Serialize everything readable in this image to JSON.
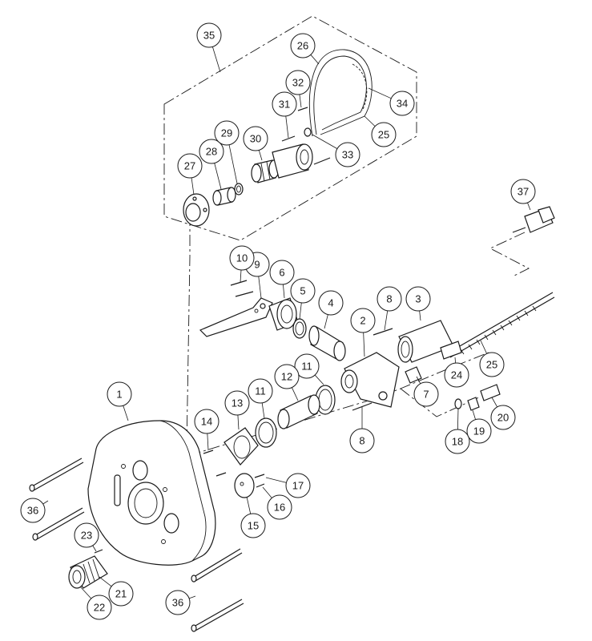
{
  "callouts": [
    {
      "label": "1"
    },
    {
      "label": "2"
    },
    {
      "label": "3"
    },
    {
      "label": "4"
    },
    {
      "label": "5"
    },
    {
      "label": "6"
    },
    {
      "label": "7"
    },
    {
      "label": "8"
    },
    {
      "label": "8"
    },
    {
      "label": "9"
    },
    {
      "label": "10"
    },
    {
      "label": "11"
    },
    {
      "label": "11"
    },
    {
      "label": "12"
    },
    {
      "label": "13"
    },
    {
      "label": "14"
    },
    {
      "label": "15"
    },
    {
      "label": "16"
    },
    {
      "label": "17"
    },
    {
      "label": "18"
    },
    {
      "label": "19"
    },
    {
      "label": "20"
    },
    {
      "label": "21"
    },
    {
      "label": "22"
    },
    {
      "label": "23"
    },
    {
      "label": "24"
    },
    {
      "label": "25"
    },
    {
      "label": "25"
    },
    {
      "label": "26"
    },
    {
      "label": "27"
    },
    {
      "label": "28"
    },
    {
      "label": "29"
    },
    {
      "label": "30"
    },
    {
      "label": "31"
    },
    {
      "label": "32"
    },
    {
      "label": "33"
    },
    {
      "label": "34"
    },
    {
      "label": "35"
    },
    {
      "label": "36"
    },
    {
      "label": "36"
    },
    {
      "label": "37"
    }
  ]
}
